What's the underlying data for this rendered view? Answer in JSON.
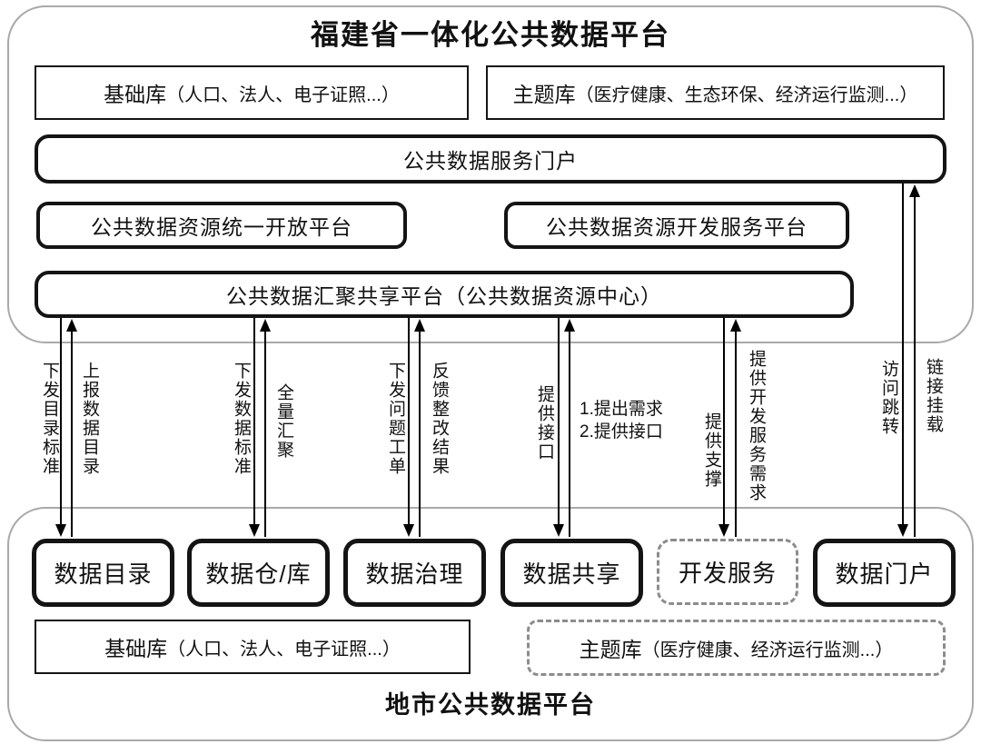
{
  "province": {
    "title": "福建省一体化公共数据平台",
    "base_library": {
      "name": "基础库",
      "detail": "（人口、法人、电子证照...）"
    },
    "theme_library": {
      "name": "主题库",
      "detail": "（医疗健康、生态环保、经济运行监测...）"
    },
    "service_portal": "公共数据服务门户",
    "open_platform": "公共数据资源统一开放平台",
    "dev_platform": "公共数据资源开发服务平台",
    "hub_platform": "公共数据汇聚共享平台（公共数据资源中心）"
  },
  "flows": {
    "catalog": {
      "down": "下发目录标准",
      "up": "上报数据目录"
    },
    "warehouse": {
      "down": "下发数据标准",
      "up": "全量汇聚"
    },
    "governance": {
      "down": "下发问题工单",
      "up": "反馈整改结果"
    },
    "sharing": {
      "down": "提供接口",
      "up_line1": "1.提出需求",
      "up_line2": "2.提供接口"
    },
    "development": {
      "down": "提供支撑",
      "up": "提供开发服务需求"
    },
    "portal": {
      "down": "访问跳转",
      "up": "链接挂载"
    }
  },
  "city": {
    "title": "地市公共数据平台",
    "modules": [
      "数据目录",
      "数据仓/库",
      "数据治理",
      "数据共享",
      "开发服务",
      "数据门户"
    ],
    "base_library": {
      "name": "基础库",
      "detail": "（人口、法人、电子证照...）"
    },
    "theme_library": {
      "name": "主题库",
      "detail": "（医疗健康、经济运行监测...）"
    }
  },
  "colors": {
    "line": "#000000",
    "dashed_border": "#8c8c8c",
    "container_border": "#a9a9a9"
  }
}
